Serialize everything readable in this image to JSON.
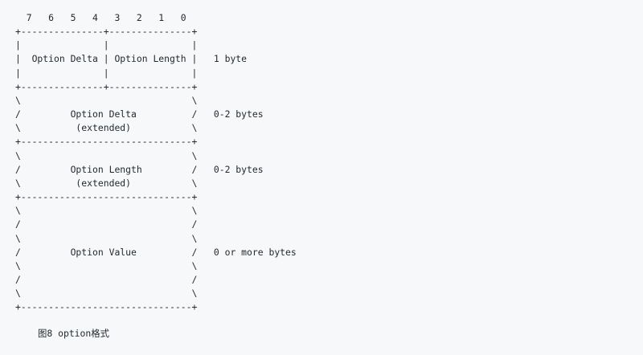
{
  "figure": {
    "lines": [
      "  7   6   5   4   3   2   1   0",
      "+---------------+---------------+",
      "|               |               |",
      "|  Option Delta | Option Length |   1 byte",
      "|               |               |",
      "+---------------+---------------+",
      "\\                               \\",
      "/         Option Delta          /   0-2 bytes",
      "\\          (extended)           \\",
      "+-------------------------------+",
      "\\                               \\",
      "/         Option Length         /   0-2 bytes",
      "\\          (extended)           \\",
      "+-------------------------------+",
      "\\                               \\",
      "/                               /",
      "\\                               \\",
      "/         Option Value          /   0 or more bytes",
      "\\                               \\",
      "/                               /",
      "\\                               \\",
      "+-------------------------------+"
    ],
    "caption": "图8 option格式"
  }
}
